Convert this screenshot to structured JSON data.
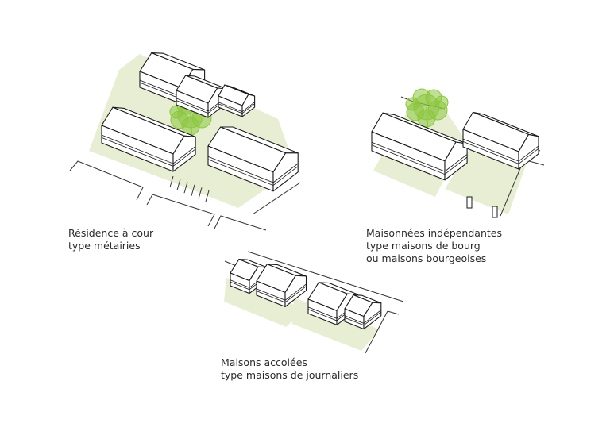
{
  "colors": {
    "ground": "#e7eed4",
    "tree": "#8cc63f",
    "line": "#1a1a1a"
  },
  "captions": {
    "residence": {
      "line1": "Résidence à cour",
      "line2": "type métairies"
    },
    "maisonnees": {
      "line1": "Maisonnées indépendantes",
      "line2": "type maisons de bourg",
      "line3": "ou maisons bourgeoises"
    },
    "accolees": {
      "line1": "Maisons accolées",
      "line2": "type maisons de journaliers"
    }
  }
}
